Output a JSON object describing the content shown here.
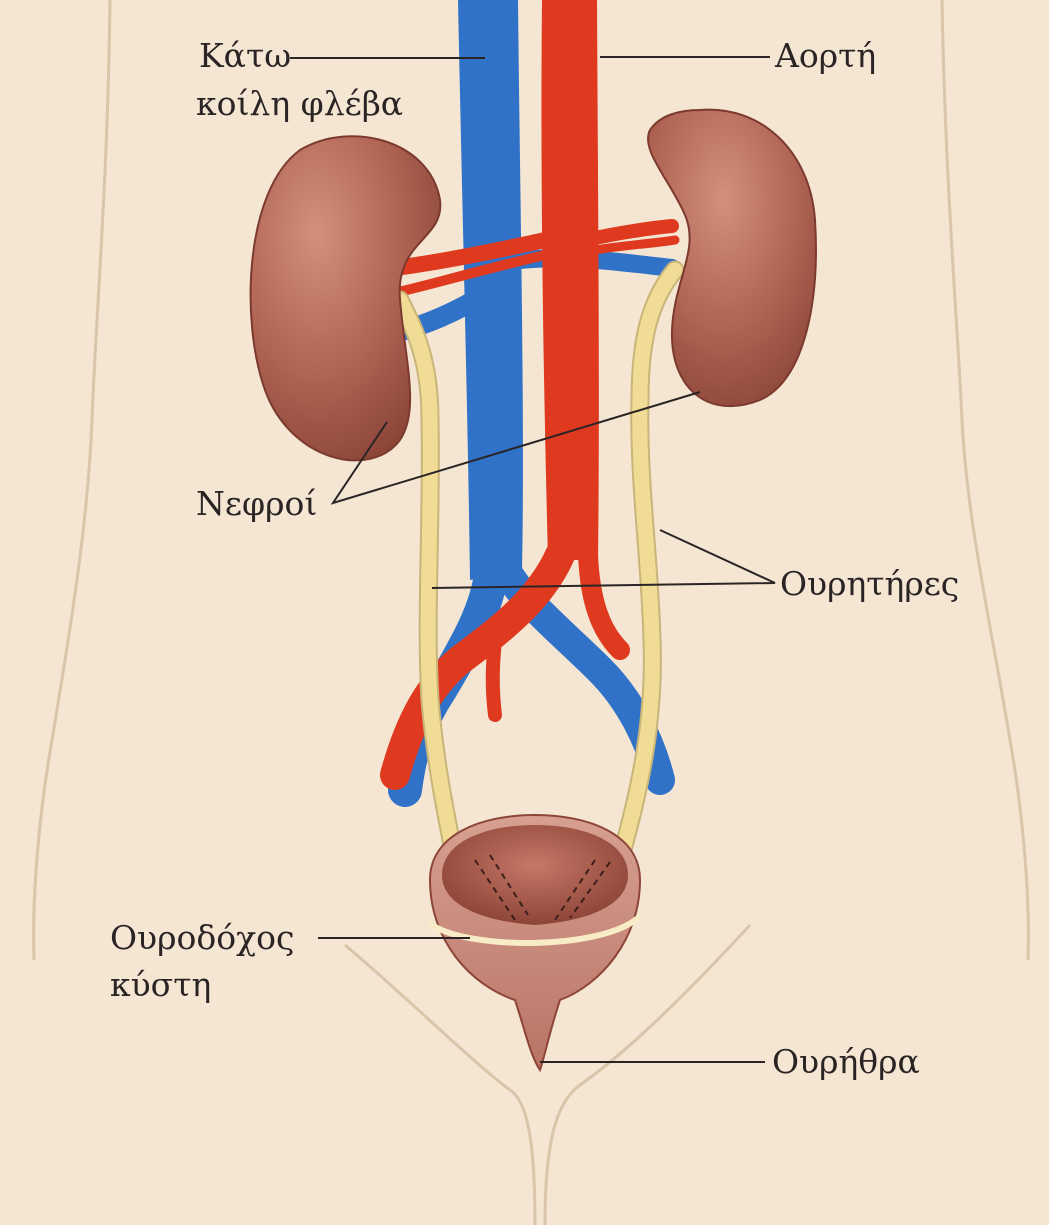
{
  "labels": {
    "vena_cava": [
      "Κάτω",
      "κοίλη φλέβα"
    ],
    "aorta": "Αορτή",
    "kidneys": "Νεφροί",
    "ureters": "Ουρητήρες",
    "bladder": [
      "Ουροδόχος",
      "κύστη"
    ],
    "urethra": "Ουρήθρα"
  },
  "colors": {
    "background": "#f4e6d3",
    "vein": "#2f72c8",
    "artery": "#df3a1f",
    "kidney": "#a65848",
    "ureter": "#f1dc95",
    "bladder": "#b8685a",
    "body_outline": "#d9c5aa",
    "leader_line": "#2a2424"
  }
}
